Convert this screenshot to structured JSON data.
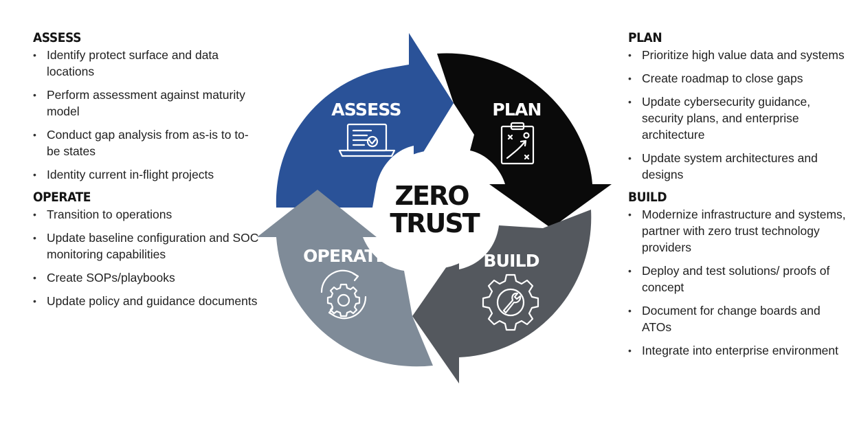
{
  "left_panel": {
    "assess": {
      "title": "ASSESS",
      "items": [
        "Identify protect surface and data locations",
        "Perform assessment against maturity model",
        "Conduct gap analysis from as-is to to-be states",
        "Identity current in-flight projects"
      ]
    },
    "operate": {
      "title": "OPERATE",
      "items": [
        "Transition to operations",
        "Update baseline configuration and SOC monitoring capabilities",
        "Create SOPs/playbooks",
        "Update policy and guidance documents"
      ]
    }
  },
  "right_panel": {
    "plan": {
      "title": "PLAN",
      "items": [
        "Prioritize high value data and systems",
        "Create roadmap to close gaps",
        "Update cybersecurity guidance, security plans, and enterprise architecture",
        "Update system architectures and designs"
      ]
    },
    "build": {
      "title": "BUILD",
      "items": [
        "Modernize infrastructure and systems, partner with zero trust technology providers",
        "Deploy and test solutions/ proofs of concept",
        "Document for change boards and ATOs",
        "Integrate into enterprise environment"
      ]
    }
  },
  "cycle": {
    "center_line1": "ZERO",
    "center_line2": "TRUST",
    "segments": {
      "assess": {
        "label": "ASSESS",
        "icon": "laptop-checklist-icon",
        "color": "#2a5298"
      },
      "plan": {
        "label": "PLAN",
        "icon": "clipboard-strategy-icon",
        "color": "#0a0a0a"
      },
      "build": {
        "label": "BUILD",
        "icon": "gear-wrench-icon",
        "color": "#54585e"
      },
      "operate": {
        "label": "OPERATE",
        "icon": "gear-cycle-icon",
        "color": "#7f8b98"
      }
    }
  }
}
